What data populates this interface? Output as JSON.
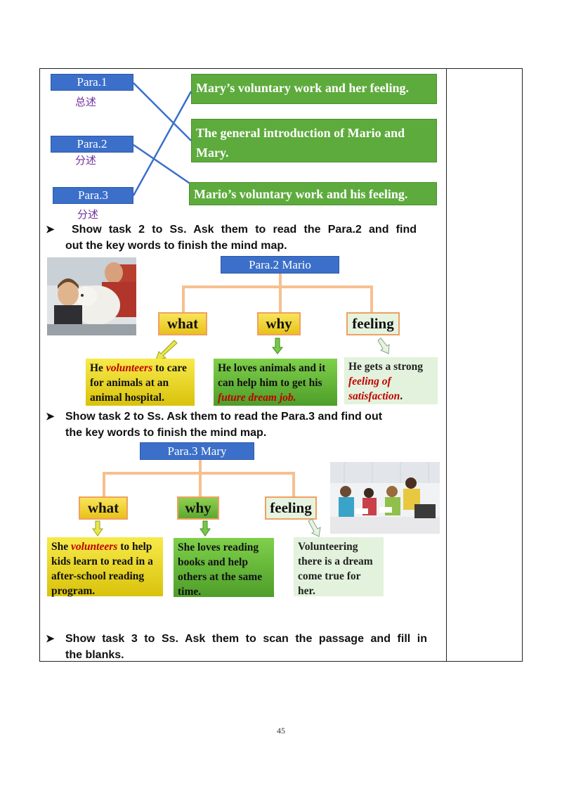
{
  "section1": {
    "paras": [
      {
        "label": "Para.1",
        "sub": "总述"
      },
      {
        "label": "Para.2",
        "sub": "分述"
      },
      {
        "label": "Para.3",
        "sub": "分述"
      }
    ],
    "options": [
      "Mary’s voluntary work and her feeling.",
      "The general introduction of Mario and Mary.",
      "Mario’s voluntary work and his feeling."
    ]
  },
  "bullets": {
    "b1_line1": "Show task 2 to Ss. Ask them to read the Para.2 and find",
    "b1_line2": "out the key words to finish the mind map.",
    "b2_line1": "Show task 2 to Ss. Ask them to read the Para.3 and find out",
    "b2_line2": "the key words to finish the mind map.",
    "b3_line1": "Show task 3 to Ss. Ask them to scan the passage and fill in",
    "b3_line2": "the blanks."
  },
  "map1": {
    "title": "Para.2 Mario",
    "tags": [
      "what",
      "why",
      "feeling"
    ],
    "what": {
      "t1": "He ",
      "em": "volunteers",
      "t2": " to care for animals at an animal hospital."
    },
    "why": {
      "t1": "He loves animals and it can help him to get his ",
      "em": "future dream job."
    },
    "feeling": {
      "t1": "He gets a strong ",
      "em": "feeling of satisfaction",
      "t2": "."
    }
  },
  "map2": {
    "title": "Para.3 Mary",
    "tags": [
      "what",
      "why",
      "feeling"
    ],
    "what": {
      "t1": "She ",
      "em": "volunteers",
      "t2": " to help kids learn to read in a after-school reading program."
    },
    "why": "She loves reading books and help others at the same time.",
    "feeling": "Volunteering there is a dream come true for her."
  },
  "page_number": "45",
  "colors": {
    "blue": "#3b6fc9",
    "green": "#5dab3c",
    "purple": "#7030a0",
    "accent_red": "#c00000"
  }
}
